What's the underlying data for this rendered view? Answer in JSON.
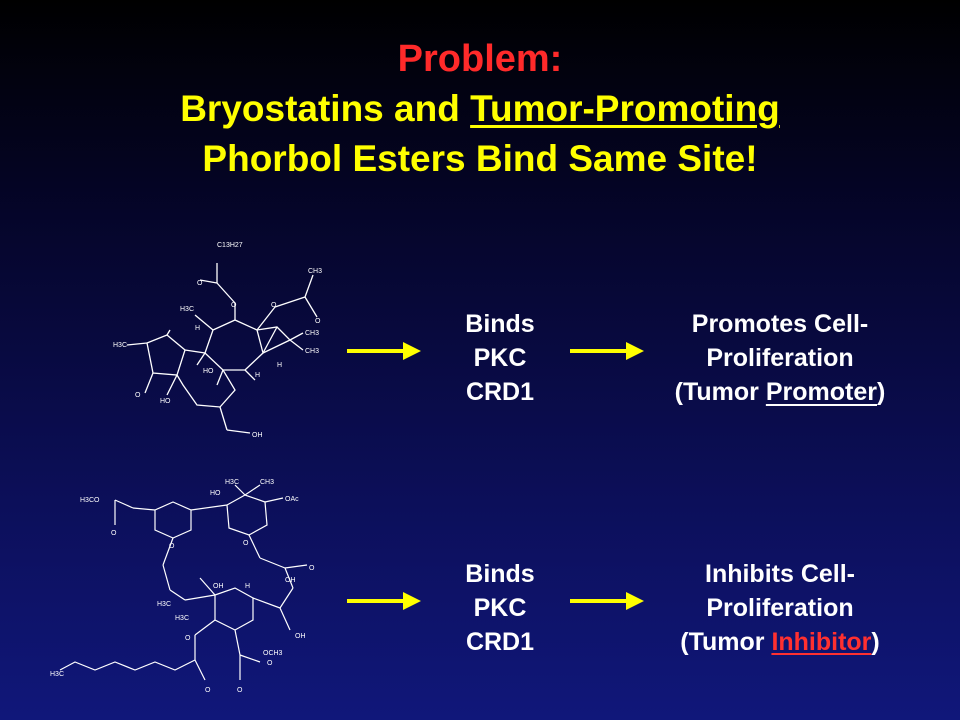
{
  "title": {
    "line1": "Problem:",
    "line2_prefix": "Bryostatins and ",
    "line2_underlined": "Tumor-Promoting",
    "line3": "Phorbol Esters Bind Same Site!"
  },
  "row1": {
    "binds": [
      "Binds",
      "PKC",
      "CRD1"
    ],
    "result_line1": "Promotes Cell-",
    "result_line2": "Proliferation",
    "result_open": "(Tumor ",
    "result_keyword": "Promoter",
    "result_close": ")"
  },
  "row2": {
    "binds": [
      "Binds",
      "PKC",
      "CRD1"
    ],
    "result_line1": "Inhibits Cell-",
    "result_line2": "Proliferation",
    "result_open": "(Tumor ",
    "result_keyword": "Inhibitor",
    "result_close": ")"
  },
  "phorbol_labels": {
    "c13h27": "C13H27",
    "o_top": "O",
    "o_left": "O",
    "o_right": "O",
    "o_right2": "O",
    "ch3_top": "CH3",
    "h3c_1": "H3C",
    "h_1": "H",
    "ch3_a": "CH3",
    "ch3_b": "CH3",
    "h3c_2": "H3C",
    "ho_1": "HO",
    "h_2": "H",
    "h_3": "H",
    "o_ketone": "O",
    "ho_2": "HO",
    "oh": "OH"
  },
  "bryo_labels": {
    "h3co": "H3CO",
    "o1": "O",
    "ho": "HO",
    "h3c": "H3C",
    "ch3": "CH3",
    "oac": "OAc",
    "o2": "O",
    "o3": "O",
    "oh1": "OH",
    "oh2": "OH",
    "h": "H",
    "o4": "O",
    "h3c2": "H3C",
    "h3c3": "H3C",
    "o5": "O",
    "oh3": "OH",
    "o6": "O",
    "och3": "OCH3",
    "o7": "O",
    "h3c4": "H3C",
    "o8": "O"
  },
  "colors": {
    "title_red": "#ff2a2a",
    "title_yellow": "#ffff00",
    "arrow": "#ffff00",
    "inhibitor": "#ff3030"
  }
}
